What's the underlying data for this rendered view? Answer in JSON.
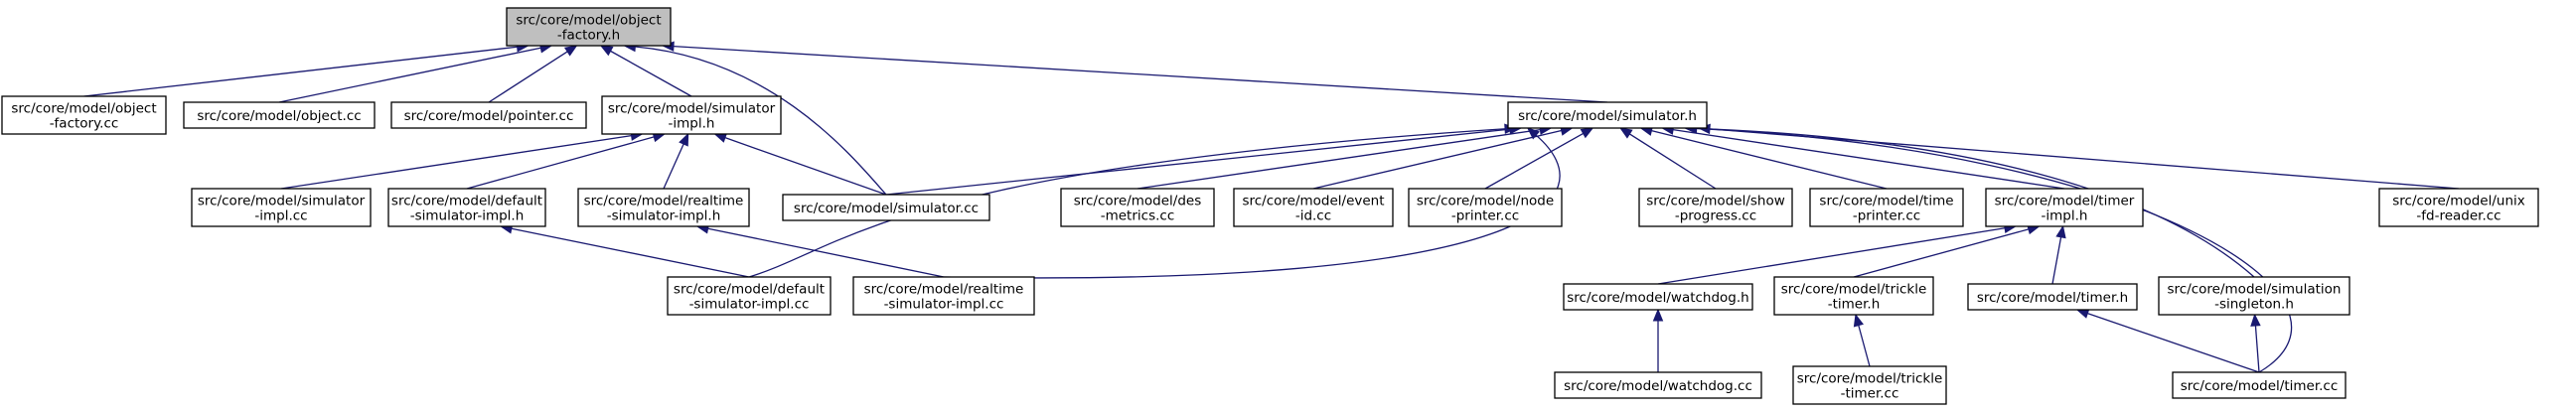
{
  "graph": {
    "nodes": [
      {
        "id": "object_factory_h",
        "lines": [
          "src/core/model/object",
          "-factory.h"
        ],
        "highlighted": true
      },
      {
        "id": "object_factory_cc",
        "lines": [
          "src/core/model/object",
          "-factory.cc"
        ]
      },
      {
        "id": "object_cc",
        "lines": [
          "src/core/model/object.cc"
        ]
      },
      {
        "id": "pointer_cc",
        "lines": [
          "src/core/model/pointer.cc"
        ]
      },
      {
        "id": "simulator_impl_h",
        "lines": [
          "src/core/model/simulator",
          "-impl.h"
        ]
      },
      {
        "id": "simulator_h",
        "lines": [
          "src/core/model/simulator.h"
        ]
      },
      {
        "id": "simulator_impl_cc",
        "lines": [
          "src/core/model/simulator",
          "-impl.cc"
        ]
      },
      {
        "id": "default_simulator_impl_h",
        "lines": [
          "src/core/model/default",
          "-simulator-impl.h"
        ]
      },
      {
        "id": "realtime_simulator_impl_h",
        "lines": [
          "src/core/model/realtime",
          "-simulator-impl.h"
        ]
      },
      {
        "id": "simulator_cc",
        "lines": [
          "src/core/model/simulator.cc"
        ]
      },
      {
        "id": "des_metrics_cc",
        "lines": [
          "src/core/model/des",
          "-metrics.cc"
        ]
      },
      {
        "id": "event_id_cc",
        "lines": [
          "src/core/model/event",
          "-id.cc"
        ]
      },
      {
        "id": "node_printer_cc",
        "lines": [
          "src/core/model/node",
          "-printer.cc"
        ]
      },
      {
        "id": "show_progress_cc",
        "lines": [
          "src/core/model/show",
          "-progress.cc"
        ]
      },
      {
        "id": "time_printer_cc",
        "lines": [
          "src/core/model/time",
          "-printer.cc"
        ]
      },
      {
        "id": "timer_impl_h",
        "lines": [
          "src/core/model/timer",
          "-impl.h"
        ]
      },
      {
        "id": "unix_fd_reader_cc",
        "lines": [
          "src/core/model/unix",
          "-fd-reader.cc"
        ]
      },
      {
        "id": "default_simulator_impl_cc",
        "lines": [
          "src/core/model/default",
          "-simulator-impl.cc"
        ]
      },
      {
        "id": "realtime_simulator_impl_cc",
        "lines": [
          "src/core/model/realtime",
          "-simulator-impl.cc"
        ]
      },
      {
        "id": "watchdog_h",
        "lines": [
          "src/core/model/watchdog.h"
        ]
      },
      {
        "id": "trickle_timer_h",
        "lines": [
          "src/core/model/trickle",
          "-timer.h"
        ]
      },
      {
        "id": "timer_h",
        "lines": [
          "src/core/model/timer.h"
        ]
      },
      {
        "id": "simulation_singleton_h",
        "lines": [
          "src/core/model/simulation",
          "-singleton.h"
        ]
      },
      {
        "id": "watchdog_cc",
        "lines": [
          "src/core/model/watchdog.cc"
        ]
      },
      {
        "id": "trickle_timer_cc",
        "lines": [
          "src/core/model/trickle",
          "-timer.cc"
        ]
      },
      {
        "id": "timer_cc",
        "lines": [
          "src/core/model/timer.cc"
        ]
      }
    ],
    "edges": [
      {
        "from": "object_factory_cc",
        "to": "object_factory_h"
      },
      {
        "from": "object_cc",
        "to": "object_factory_h"
      },
      {
        "from": "pointer_cc",
        "to": "object_factory_h"
      },
      {
        "from": "simulator_impl_h",
        "to": "object_factory_h"
      },
      {
        "from": "simulator_cc",
        "to": "object_factory_h"
      },
      {
        "from": "simulator_h",
        "to": "object_factory_h"
      },
      {
        "from": "simulator_impl_cc",
        "to": "simulator_impl_h"
      },
      {
        "from": "default_simulator_impl_h",
        "to": "simulator_impl_h"
      },
      {
        "from": "realtime_simulator_impl_h",
        "to": "simulator_impl_h"
      },
      {
        "from": "simulator_cc",
        "to": "simulator_impl_h"
      },
      {
        "from": "default_simulator_impl_cc",
        "to": "default_simulator_impl_h"
      },
      {
        "from": "realtime_simulator_impl_cc",
        "to": "realtime_simulator_impl_h"
      },
      {
        "from": "simulator_cc",
        "to": "simulator_h"
      },
      {
        "from": "default_simulator_impl_cc",
        "to": "simulator_h"
      },
      {
        "from": "realtime_simulator_impl_cc",
        "to": "simulator_h"
      },
      {
        "from": "des_metrics_cc",
        "to": "simulator_h"
      },
      {
        "from": "event_id_cc",
        "to": "simulator_h"
      },
      {
        "from": "node_printer_cc",
        "to": "simulator_h"
      },
      {
        "from": "show_progress_cc",
        "to": "simulator_h"
      },
      {
        "from": "time_printer_cc",
        "to": "simulator_h"
      },
      {
        "from": "timer_impl_h",
        "to": "simulator_h"
      },
      {
        "from": "simulation_singleton_h",
        "to": "simulator_h"
      },
      {
        "from": "timer_cc",
        "to": "simulator_h"
      },
      {
        "from": "unix_fd_reader_cc",
        "to": "simulator_h"
      },
      {
        "from": "watchdog_h",
        "to": "timer_impl_h"
      },
      {
        "from": "trickle_timer_h",
        "to": "timer_impl_h"
      },
      {
        "from": "timer_h",
        "to": "timer_impl_h"
      },
      {
        "from": "watchdog_cc",
        "to": "watchdog_h"
      },
      {
        "from": "trickle_timer_cc",
        "to": "trickle_timer_h"
      },
      {
        "from": "timer_cc",
        "to": "timer_h"
      },
      {
        "from": "timer_cc",
        "to": "simulation_singleton_h"
      }
    ]
  },
  "colors": {
    "edge": "#191970",
    "node_border": "#000000",
    "node_fill": "#ffffff",
    "highlight_fill": "#bfbfbf",
    "text": "#000000"
  }
}
